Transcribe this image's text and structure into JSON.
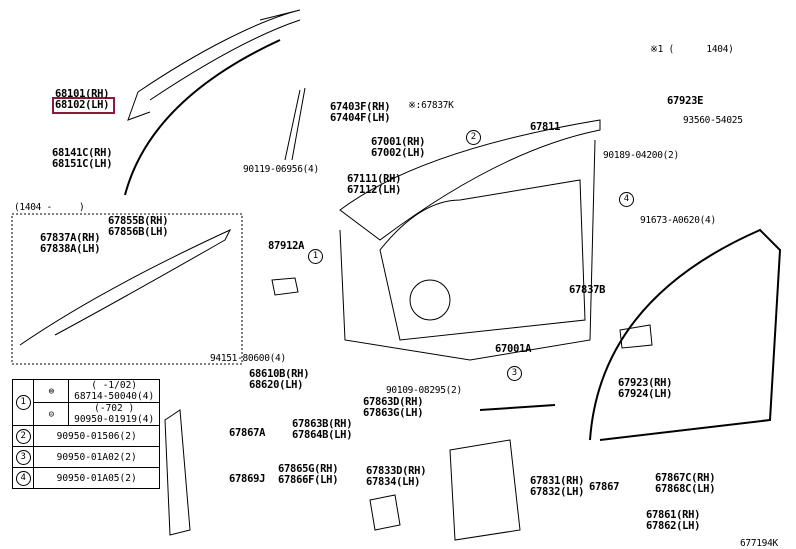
{
  "header": {
    "note": "※1 (      1404)"
  },
  "diagram_code": "677194K",
  "highlight_color": "#8b1a3a",
  "inset": {
    "label": "(1404 -     )"
  },
  "labels": {
    "l68101": "68101(RH)",
    "l68102": "68102(LH)",
    "l68141": "68141C(RH)\n68151C(LH)",
    "l67403": "67403F(RH)\n67404F(LH)",
    "l90119": "90119-06956(4)",
    "l67837k": "※:67837K",
    "l67811": "67811",
    "l67001": "67001(RH)\n67002(LH)",
    "l67111": "67111(RH)\n67112(LH)",
    "l67923e": "67923E",
    "l93560": "93560-54025",
    "l90189": "90189-04200(2)",
    "l91673": "91673-A0620(4)",
    "l67855": "67855B(RH)\n67856B(LH)",
    "l67837a": "67837A(RH)\n67838A(LH)",
    "l87912": "87912A",
    "l67837b": "67837B",
    "l67001a": "67001A",
    "l94151": "94151-80600(4)",
    "l68610": "68610B(RH)\n68620(LH)",
    "l90109": "90109-08295(2)",
    "l67863d": "67863D(RH)\n67863G(LH)",
    "l67863b": "67863B(RH)\n67864B(LH)",
    "l67923": "67923(RH)\n67924(LH)",
    "l67867a": "67867A",
    "l67869": "67869J",
    "l67865": "67865G(RH)\n67866F(LH)",
    "l67833": "67833D(RH)\n67834(LH)",
    "l67831": "67831(RH)\n67832(LH)",
    "l67867": "67867",
    "l67867c": "67867C(RH)\n67868C(LH)",
    "l67861": "67861(RH)\n67862(LH)"
  },
  "callouts": {
    "c1": "1",
    "c2": "2",
    "c3": "3",
    "c4": "4"
  },
  "legend": {
    "rows": [
      {
        "num": "1",
        "date": "(     -1/02)",
        "part": "68714-50040(4)"
      },
      {
        "num": "",
        "date": "(-702        )",
        "part": "90950-01919(4)"
      },
      {
        "num": "2",
        "part": "90950-01506(2)"
      },
      {
        "num": "3",
        "part": "90950-01A02(2)"
      },
      {
        "num": "4",
        "part": "90950-01A05(2)"
      }
    ]
  }
}
